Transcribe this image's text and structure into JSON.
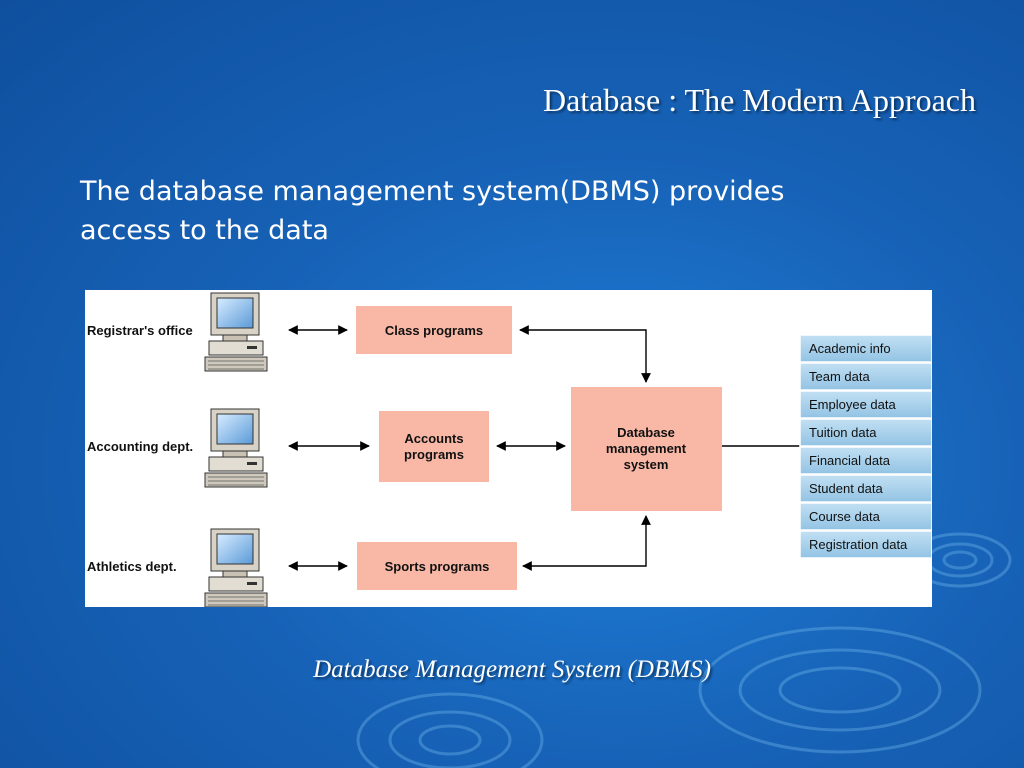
{
  "slide": {
    "title": "Database : The Modern Approach",
    "body_line1": "The database management system(DBMS) provides",
    "body_line2": "access to the data",
    "caption": "Database Management System (DBMS)"
  },
  "diagram": {
    "departments": [
      "Registrar's office",
      "Accounting dept.",
      "Athletics dept."
    ],
    "programs": {
      "class": "Class programs",
      "accounts_line1": "Accounts",
      "accounts_line2": "programs",
      "sports": "Sports programs"
    },
    "dbms": {
      "line1": "Database",
      "line2": "management",
      "line3": "system"
    },
    "data_items": [
      "Academic info",
      "Team data",
      "Employee data",
      "Tuition data",
      "Financial data",
      "Student data",
      "Course data",
      "Registration data"
    ]
  },
  "colors": {
    "program_box": "#f9b8a6",
    "data_row": "#a9d2ec",
    "background": "#1763b8"
  }
}
